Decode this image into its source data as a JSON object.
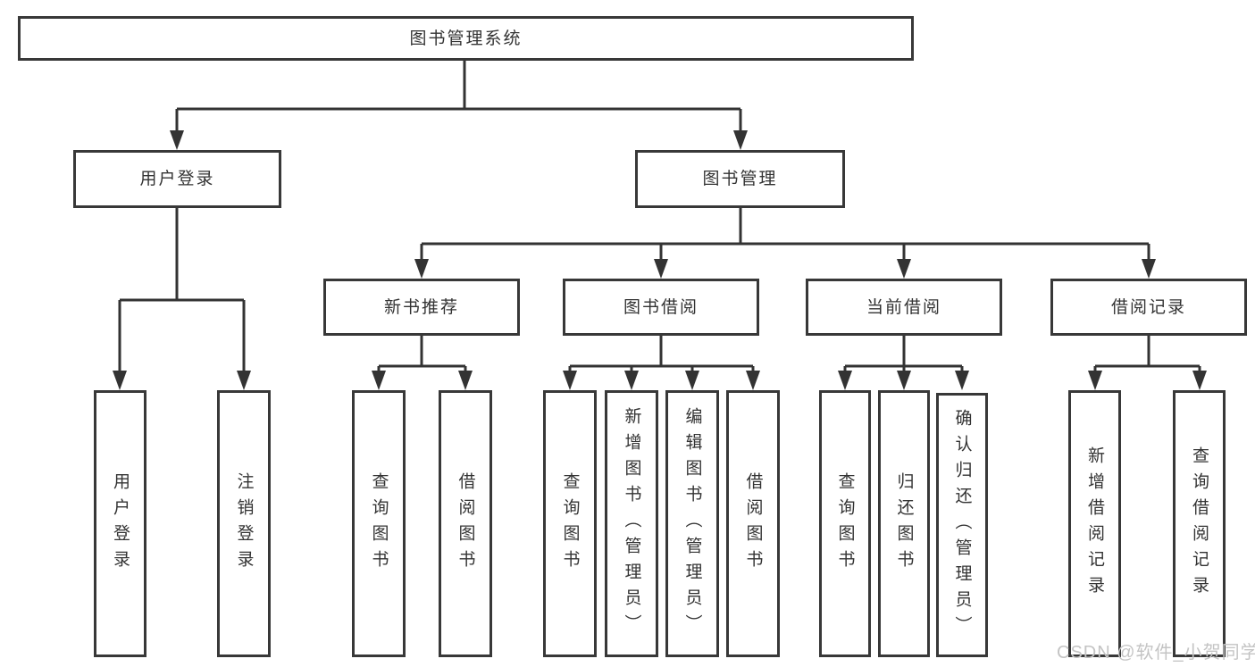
{
  "colors": {
    "line": "#333333",
    "box_border": "#383838",
    "text": "#333333",
    "watermark": "#c4c4c4",
    "background": "#ffffff"
  },
  "nodes": {
    "root": {
      "label": "图书管理系统"
    },
    "user_login_group": {
      "label": "用户登录"
    },
    "book_management": {
      "label": "图书管理"
    },
    "new_book_recommendation": {
      "label": "新书推荐"
    },
    "book_borrowing": {
      "label": "图书借阅"
    },
    "current_borrowing": {
      "label": "当前借阅"
    },
    "borrowing_records": {
      "label": "借阅记录"
    },
    "user_login": {
      "label": "用户登录"
    },
    "logout": {
      "label": "注销登录"
    },
    "nbr_query_books": {
      "label": "查询图书"
    },
    "nbr_borrow_books": {
      "label": "借阅图书"
    },
    "bb_query_books": {
      "label": "查询图书"
    },
    "bb_add_books_admin": {
      "label": "新增图书（管理员）"
    },
    "bb_edit_books_admin": {
      "label": "编辑图书（管理员）"
    },
    "bb_borrow_books": {
      "label": "借阅图书"
    },
    "cb_query_books": {
      "label": "查询图书"
    },
    "cb_return_books": {
      "label": "归还图书"
    },
    "cb_confirm_return_admin": {
      "label": "确认归还（管理员）"
    },
    "br_add_record": {
      "label": "新增借阅记录"
    },
    "br_query_record": {
      "label": "查询借阅记录"
    }
  },
  "watermark": {
    "text": "CSDN @软件_小贺同学"
  }
}
